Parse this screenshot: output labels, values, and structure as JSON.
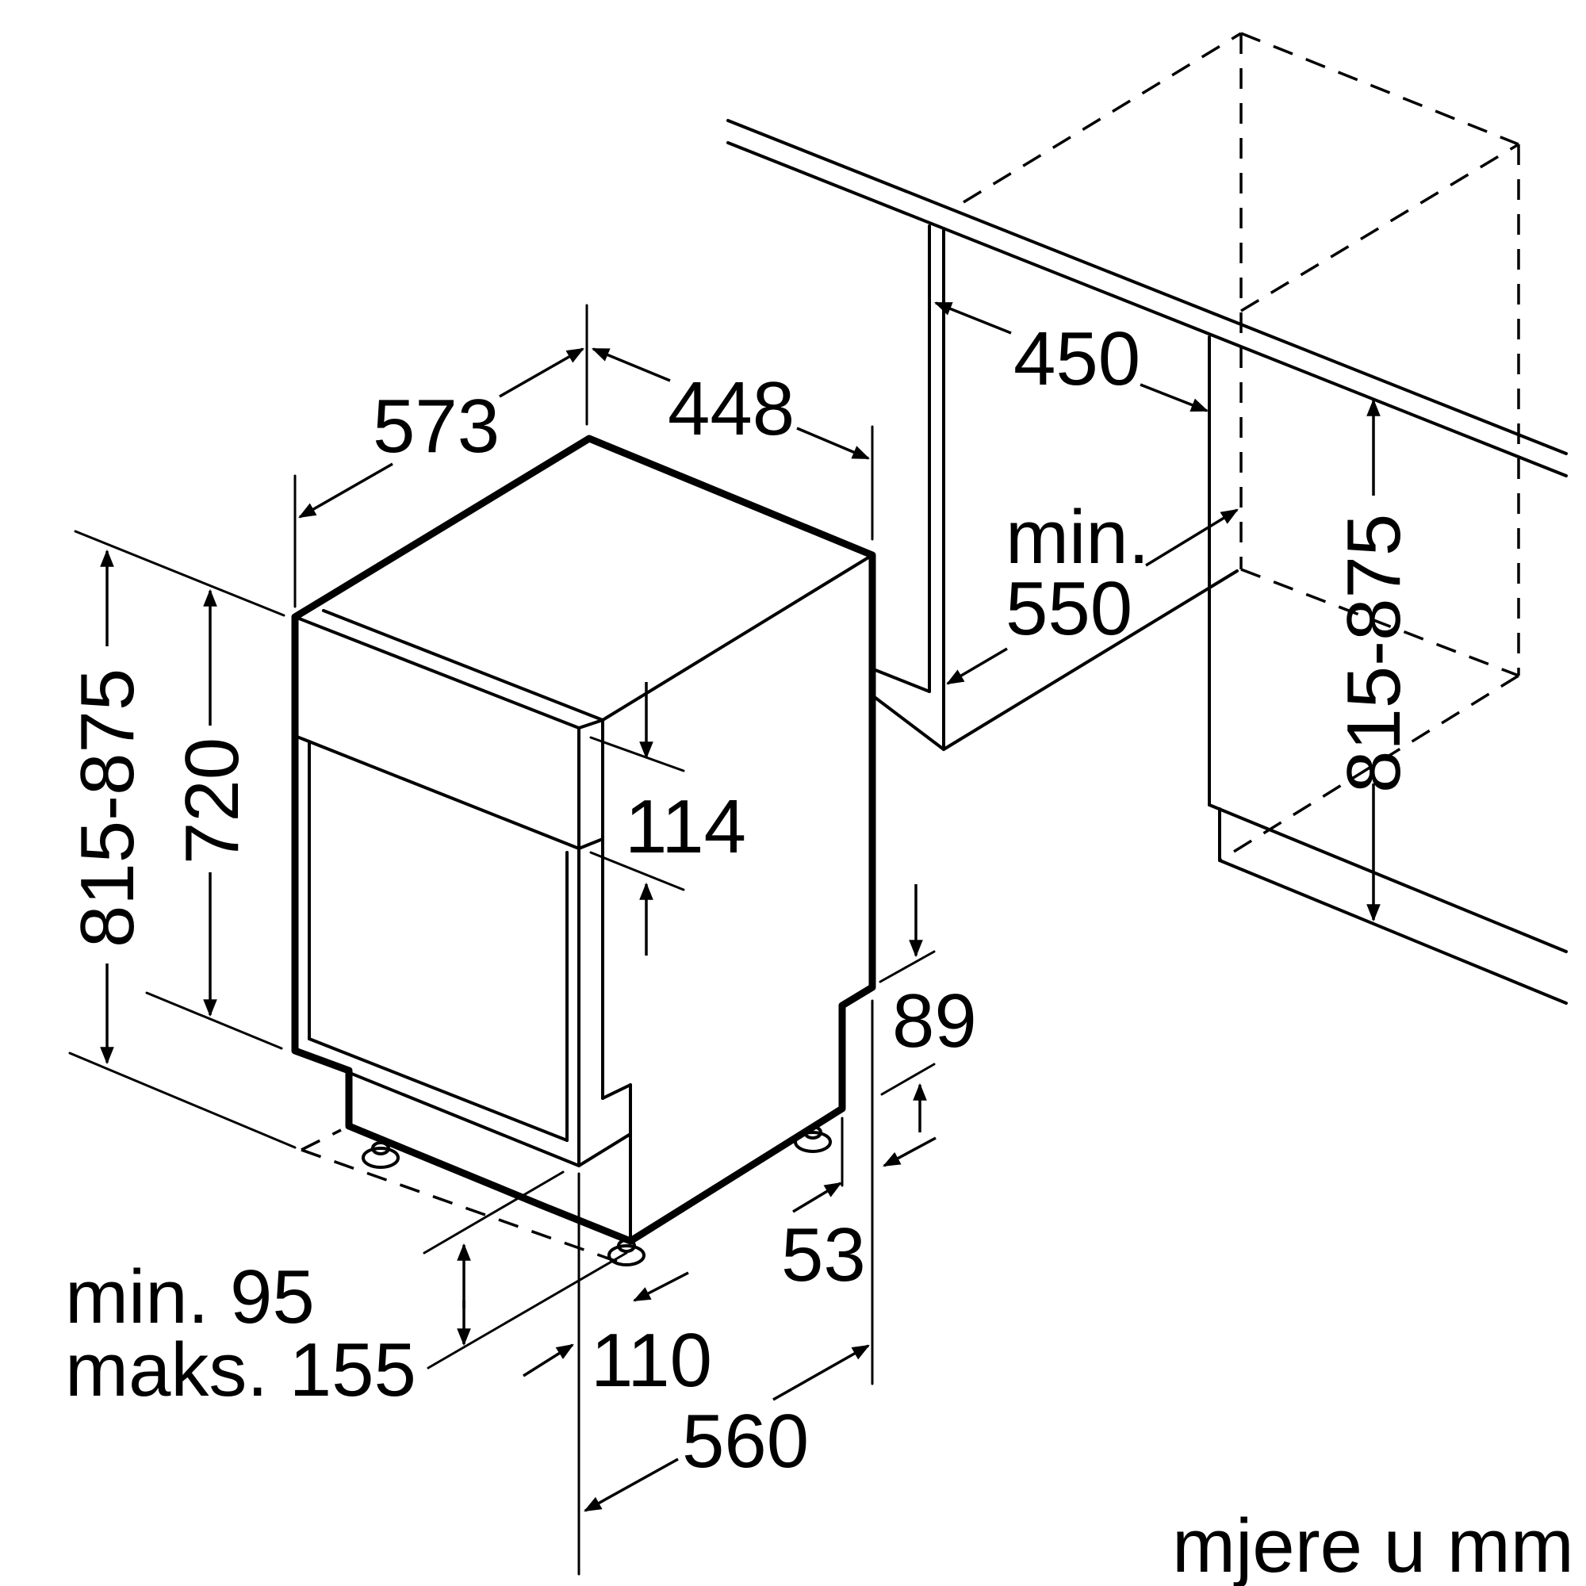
{
  "dimensions": {
    "depth_573": "573",
    "width_448": "448",
    "height_total_left": "815-875",
    "height_720": "720",
    "panel_114": "114",
    "niche_depth_450": "450",
    "niche_width_min": "min.",
    "niche_width_550": "550",
    "niche_height_right": "815-875",
    "plinth_89": "89",
    "foot_53": "53",
    "plinth_min": "min. 95",
    "plinth_max": "maks. 155",
    "offset_110": "110",
    "depth_560": "560"
  },
  "units_note": "mjere u mm"
}
